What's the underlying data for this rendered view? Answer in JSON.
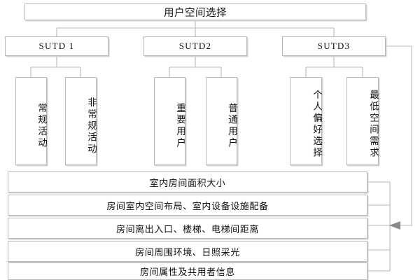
{
  "diagram": {
    "type": "hierarchy-tree",
    "root": {
      "label": "用户空间选择"
    },
    "branches": [
      {
        "label": "SUTD 1",
        "children": [
          {
            "label": "常规活动"
          },
          {
            "label": "非常规活动"
          }
        ]
      },
      {
        "label": "SUTD2",
        "children": [
          {
            "label": "重要用户"
          },
          {
            "label": "普通用户"
          }
        ]
      },
      {
        "label": "SUTD3",
        "children": [
          {
            "label": "个人偏好选择"
          },
          {
            "label": "最低空间需求"
          }
        ]
      }
    ],
    "attributes": [
      {
        "label": "室内房间面积大小"
      },
      {
        "label": "房间室内空间布局、室内设备设施配备"
      },
      {
        "label": "房间离出入口、楼梯、电梯间距离"
      },
      {
        "label": "房间周围环境、日照采光"
      },
      {
        "label": "房间属性及共用者信息"
      }
    ],
    "colors": {
      "background": "#ffffff",
      "border": "#b9b9b9",
      "shadow": "#d2d2d2",
      "text": "#101010",
      "arrow": "#8a8a8a"
    },
    "feedback_edge": {
      "from": "SUTD3",
      "to": "attribute-bus",
      "arrow_direction": "left"
    }
  }
}
